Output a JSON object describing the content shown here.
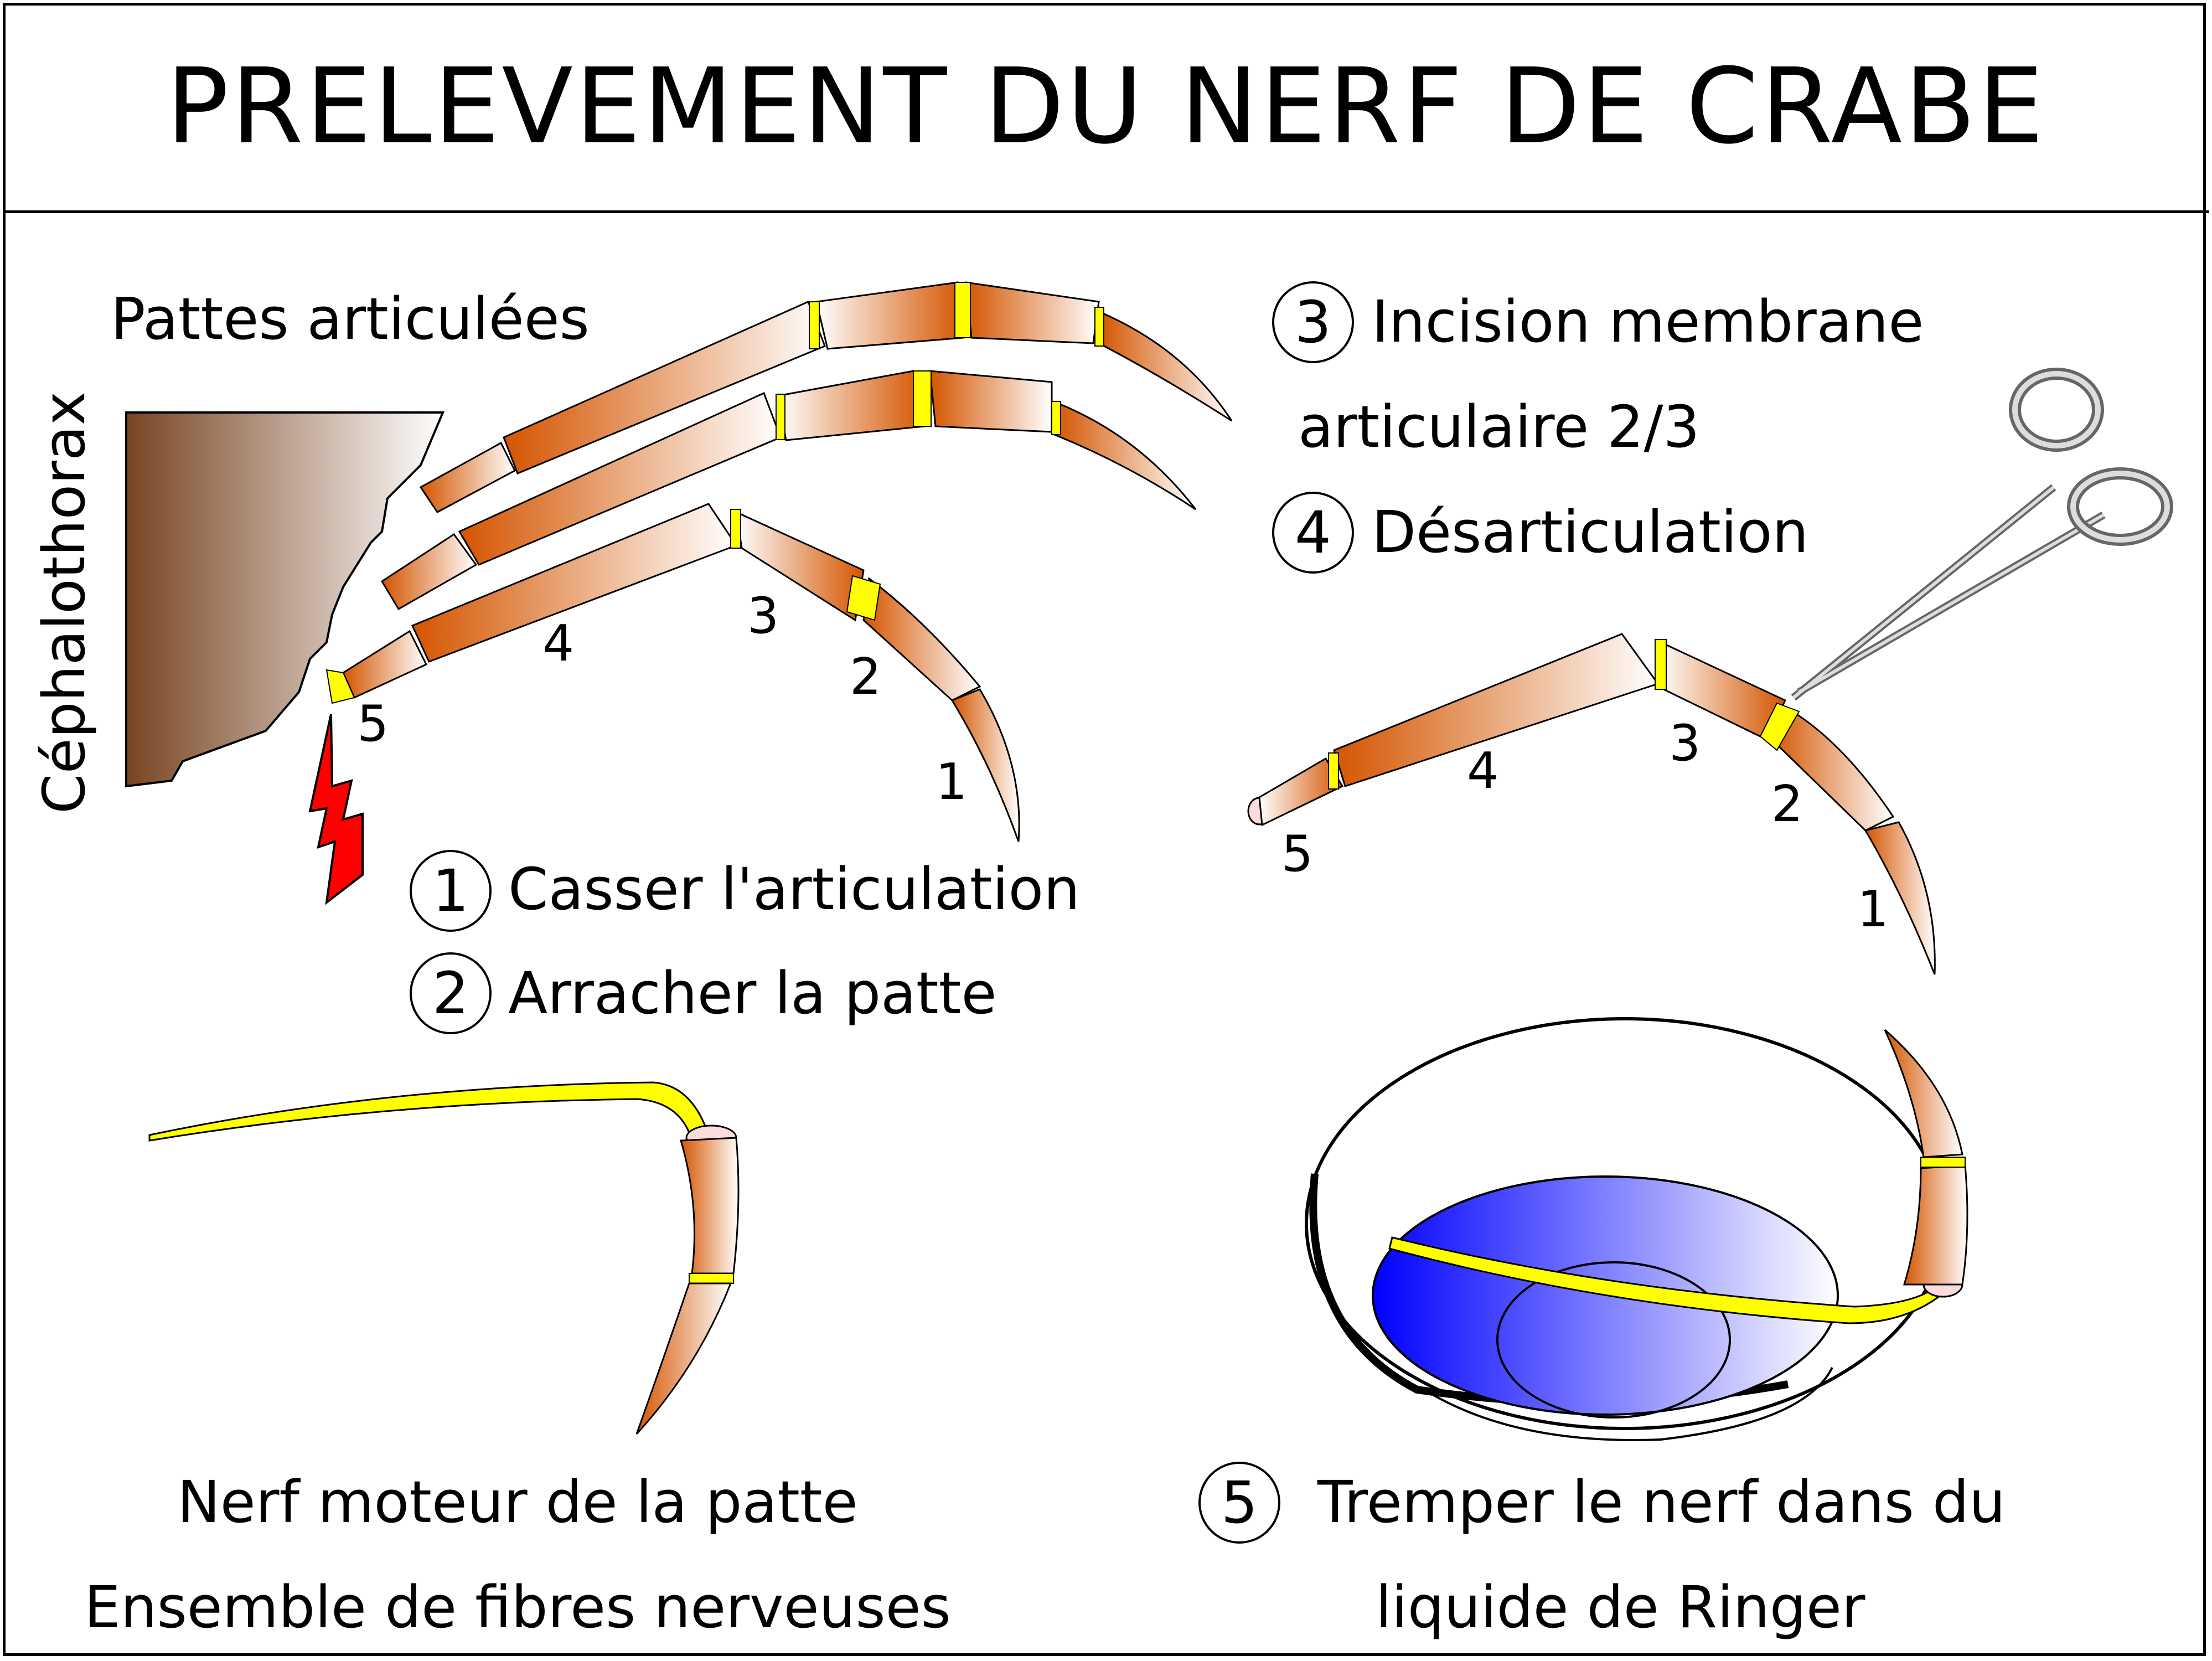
{
  "title": "PRELEVEMENT DU NERF DE CRABE",
  "labels": {
    "legs": "Pattes articulées",
    "cephalothorax": "Céphalothorax",
    "nerve_title": "Nerf moteur de la patte",
    "nerve_sub": "Ensemble de fibres nerveuses"
  },
  "steps": [
    {
      "num": "1",
      "text": "Casser l'articulation"
    },
    {
      "num": "2",
      "text": "Arracher la patte"
    },
    {
      "num": "3",
      "text": "Incision membrane",
      "text2": "articulaire 2/3"
    },
    {
      "num": "4",
      "text": "Désarticulation"
    },
    {
      "num": "5",
      "text": "Tremper le nerf dans du",
      "text2": "liquide de Ringer"
    }
  ],
  "segments_left": [
    "5",
    "4",
    "3",
    "2",
    "1"
  ],
  "segments_right": [
    "5",
    "4",
    "3",
    "2",
    "1"
  ],
  "colors": {
    "leg_dark": "#d45500",
    "leg_light": "#ffffff",
    "joint": "#ffff00",
    "nerve": "#ffff00",
    "bolt": "#ff0000",
    "body_dark": "#784421",
    "liquid": "#0000ff"
  },
  "icons": {
    "bolt": "lightning-icon",
    "forceps": "forceps-icon",
    "dish": "petri-dish-icon"
  }
}
